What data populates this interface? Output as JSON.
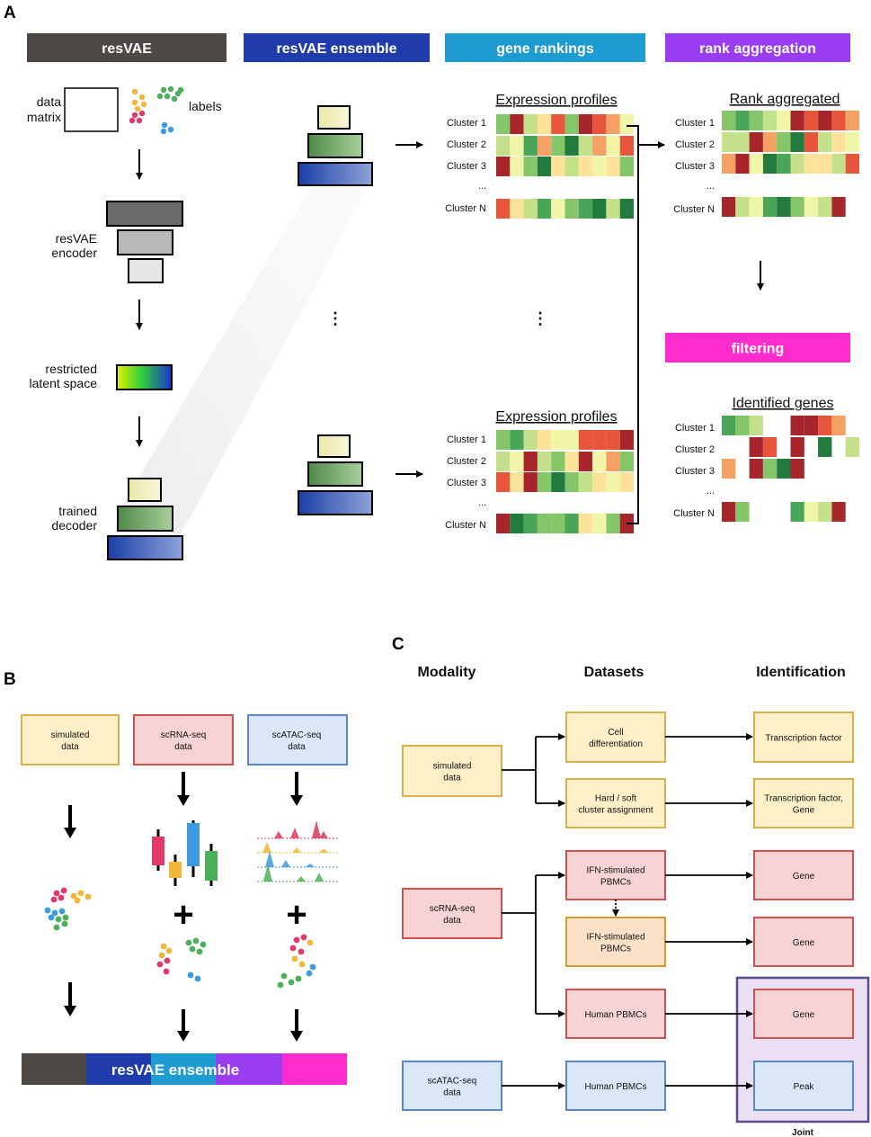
{
  "panel_a": {
    "letter": "A",
    "headers": [
      "resVAE",
      "resVAE ensemble",
      "gene rankings",
      "rank aggregation",
      "filtering"
    ],
    "header_colors": [
      "#4e4845",
      "#1f3caa",
      "#1e9bd1",
      "#9a3df2",
      "#ff2ccd"
    ],
    "data_matrix": [
      "data",
      "matrix"
    ],
    "labels": "labels",
    "encoder": [
      "resVAE",
      "encoder"
    ],
    "latent": [
      "restricted",
      "latent space"
    ],
    "decoder": [
      "trained",
      "decoder"
    ],
    "expression_profiles": "Expression profiles",
    "rank_aggregated": "Rank aggregated",
    "identified_genes": "Identified genes",
    "clusters": [
      "Cluster 1",
      "Cluster 2",
      "Cluster 3",
      "...",
      "Cluster N"
    ],
    "vdots": "⋮",
    "heatmap_palette": [
      "#a6262b",
      "#e8553d",
      "#f4a263",
      "#fde39a",
      "#f1f5a8",
      "#c4e08a",
      "#86c66a",
      "#49a557",
      "#237a3e"
    ]
  },
  "panel_b": {
    "letter": "B",
    "boxes": [
      {
        "lines": [
          "simulated",
          "data"
        ]
      },
      {
        "lines": [
          "scRNA-seq",
          "data"
        ]
      },
      {
        "lines": [
          "scATAC-seq",
          "data"
        ]
      }
    ],
    "plus": "+",
    "bar_label": "resVAE ensemble"
  },
  "panel_c": {
    "letter": "C",
    "col_heads": [
      "Modality",
      "Datasets",
      "Identification"
    ],
    "modalities": [
      {
        "lines": [
          "simulated",
          "data"
        ]
      },
      {
        "lines": [
          "scRNA-seq",
          "data"
        ]
      },
      {
        "lines": [
          "scATAC-seq",
          "data"
        ]
      }
    ],
    "datasets": [
      {
        "lines": [
          "Cell",
          "differentiation"
        ]
      },
      {
        "lines": [
          "Hard / soft",
          "cluster assignment"
        ]
      },
      {
        "lines": [
          "IFN-stimulated",
          "PBMCs"
        ]
      },
      {
        "lines": [
          "IFN-stimulated",
          "PBMCs"
        ]
      },
      {
        "lines": [
          "Human PBMCs"
        ]
      },
      {
        "lines": [
          "Human PBMCs"
        ]
      }
    ],
    "identifications": [
      {
        "lines": [
          "Transcription factor"
        ]
      },
      {
        "lines": [
          "Transcription factor,",
          "Gene"
        ]
      },
      {
        "lines": [
          "Gene"
        ]
      },
      {
        "lines": [
          "Gene"
        ]
      },
      {
        "lines": [
          "Gene"
        ]
      },
      {
        "lines": [
          "Peak"
        ]
      }
    ],
    "joint_label": "Joint"
  }
}
